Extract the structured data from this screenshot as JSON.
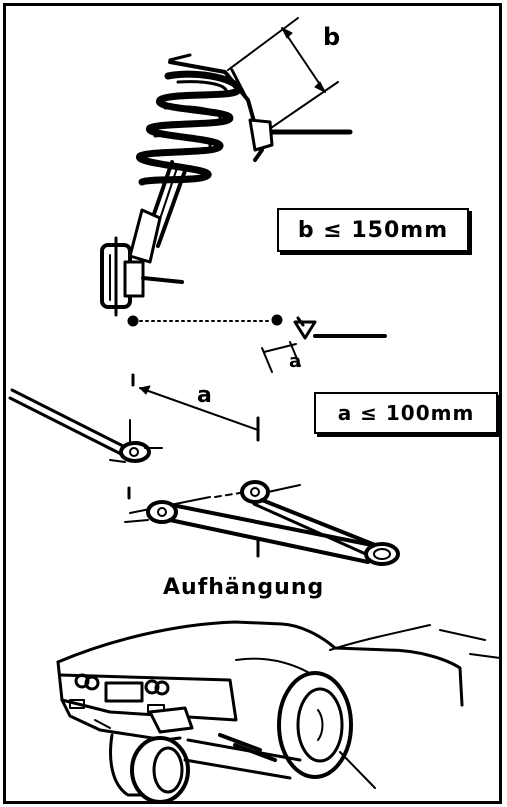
{
  "labels": {
    "dim_b": "b",
    "dim_a": "a",
    "dim_a_small": "a",
    "box_b": "b ≤ 150mm",
    "box_a": "a ≤ 100mm",
    "caption": "Aufhängung"
  },
  "colors": {
    "ink": "#000000",
    "paper": "#ffffff"
  }
}
